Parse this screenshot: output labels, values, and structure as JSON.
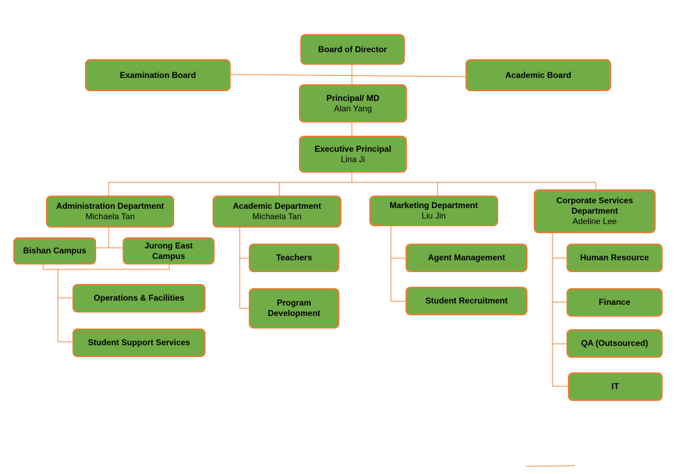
{
  "colors": {
    "box_fill": "#70ad47",
    "box_border": "#ed7d31",
    "connector": "#ed7d31"
  },
  "nodes": {
    "board_of_director": {
      "title": "Board of Director"
    },
    "examination_board": {
      "title": "Examination Board"
    },
    "academic_board": {
      "title": "Academic Board"
    },
    "principal": {
      "title": "Principal/ MD",
      "name": "Alan Yang"
    },
    "executive_principal": {
      "title": "Executive Principal",
      "name": "Lina Ji"
    },
    "administration": {
      "title": "Administration Department",
      "name": "Michaela Tan"
    },
    "academic_dept": {
      "title": "Academic Department",
      "name": "Michaela Tan"
    },
    "marketing": {
      "title": "Marketing Department",
      "name": "Liu Jin"
    },
    "corporate": {
      "title": "Corporate Services Department",
      "name": "Adeline Lee"
    },
    "bishan": {
      "title": "Bishan Campus"
    },
    "jurong": {
      "title": "Jurong East Campus"
    },
    "operations": {
      "title": "Operations & Facilities"
    },
    "student_support": {
      "title": "Student Support Services"
    },
    "teachers": {
      "title": "Teachers"
    },
    "program_dev": {
      "title": "Program Development"
    },
    "agent_mgmt": {
      "title": "Agent Management"
    },
    "student_recruit": {
      "title": "Student Recruitment"
    },
    "hr": {
      "title": "Human Resource"
    },
    "finance": {
      "title": "Finance"
    },
    "qa": {
      "title": "QA (Outsourced)"
    },
    "it": {
      "title": "IT"
    }
  }
}
